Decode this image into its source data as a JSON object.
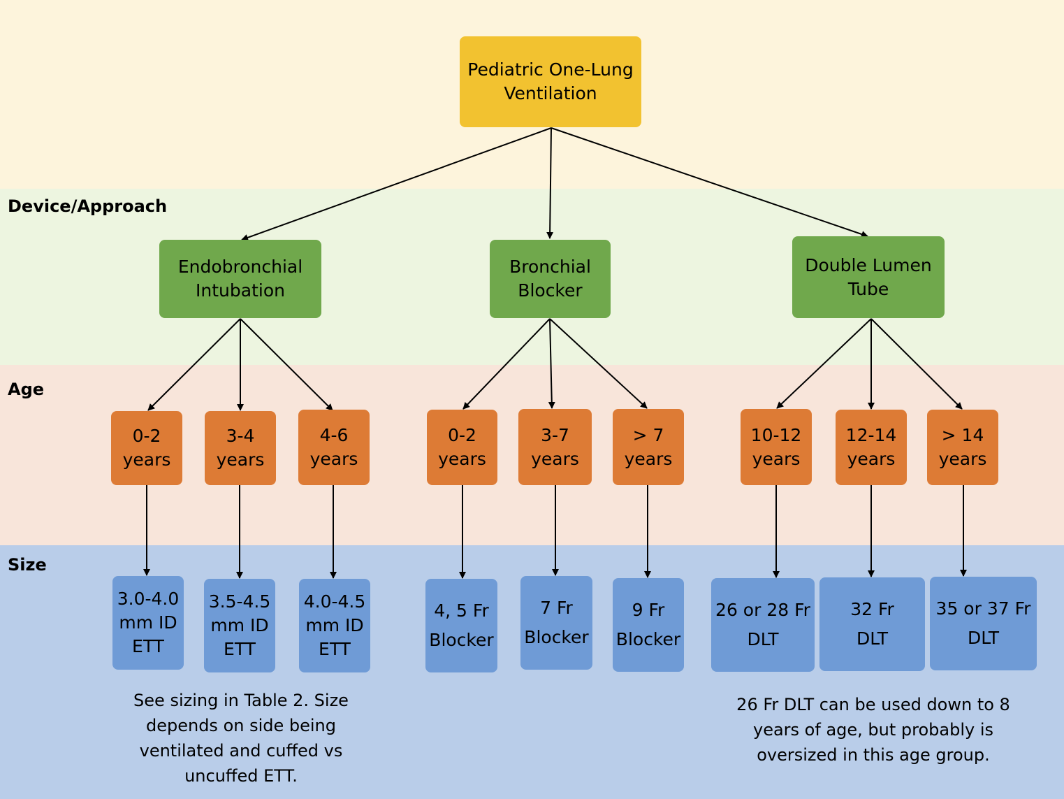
{
  "colors": {
    "band_top": "#fdf4dc",
    "band_device": "#edf5e0",
    "band_age": "#f8e5da",
    "band_size": "#b9cde9",
    "root": "#f2c230",
    "device": "#70a84c",
    "age": "#dd7b35",
    "size": "#6f9bd6"
  },
  "bands": {
    "device": "Device/Approach",
    "age": "Age",
    "size": "Size"
  },
  "root": {
    "line1": "Pediatric One-Lung",
    "line2": "Ventilation"
  },
  "devices": [
    {
      "line1": "Endobronchial",
      "line2": "Intubation"
    },
    {
      "line1": "Bronchial",
      "line2": "Blocker"
    },
    {
      "line1": "Double Lumen",
      "line2": "Tube"
    }
  ],
  "ages": [
    {
      "line1": "0-2",
      "line2": "years"
    },
    {
      "line1": "3-4",
      "line2": "years"
    },
    {
      "line1": "4-6",
      "line2": "years"
    },
    {
      "line1": "0-2",
      "line2": "years"
    },
    {
      "line1": "3-7",
      "line2": "years"
    },
    {
      "line1": "> 7",
      "line2": "years"
    },
    {
      "line1": "10-12",
      "line2": "years"
    },
    {
      "line1": "12-14",
      "line2": "years"
    },
    {
      "line1": "> 14",
      "line2": "years"
    }
  ],
  "sizes": [
    {
      "line1": "3.0-4.0",
      "line2": "mm ID",
      "line3": "ETT"
    },
    {
      "line1": "3.5-4.5",
      "line2": "mm ID",
      "line3": "ETT"
    },
    {
      "line1": "4.0-4.5",
      "line2": "mm ID",
      "line3": "ETT"
    },
    {
      "line1": "4, 5 Fr",
      "line2": "Blocker"
    },
    {
      "line1": "7 Fr",
      "line2": "Blocker"
    },
    {
      "line1": "9 Fr",
      "line2": "Blocker"
    },
    {
      "line1": "26 or 28 Fr",
      "line2": "DLT"
    },
    {
      "line1": "32 Fr",
      "line2": "DLT"
    },
    {
      "line1": "35 or 37 Fr",
      "line2": "DLT"
    }
  ],
  "notes": {
    "ett": [
      "See sizing in Table 2. Size",
      "depends on side being",
      "ventilated and cuffed vs",
      "uncuffed ETT."
    ],
    "dlt": [
      "26 Fr DLT can be used down to 8",
      "years of age, but probably is",
      "oversized in this age group."
    ]
  }
}
